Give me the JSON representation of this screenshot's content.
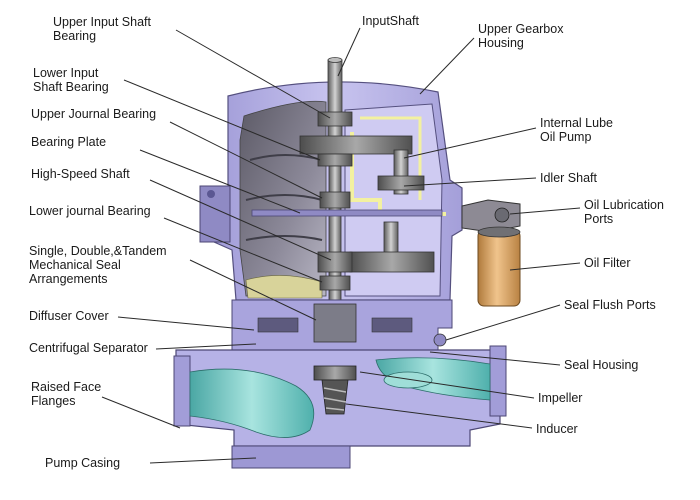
{
  "labels": {
    "upper_input_shaft_bearing": "Upper Input Shaft\nBearing",
    "lower_input_shaft_bearing": "Lower Input\nShaft Bearing",
    "upper_journal_bearing": "Upper Journal Bearing",
    "bearing_plate": "Bearing Plate",
    "high_speed_shaft": "High-Speed Shaft",
    "lower_journal_bearing": "Lower journal Bearing",
    "mechanical_seal": "Single, Double,&Tandem\nMechanical Seal\nArrangements",
    "diffuser_cover": "Diffuser Cover",
    "centrifugal_separator": "Centrifugal Separator",
    "raised_face_flanges": "Raised Face\nFlanges",
    "pump_casing": "Pump Casing",
    "input_shaft": "InputShaft",
    "upper_gearbox_housing": "Upper Gearbox\nHousing",
    "internal_lube_oil_pump": "Internal Lube\nOil Pump",
    "idler_shaft": "Idler Shaft",
    "oil_lubrication_ports": "Oil Lubrication\nPorts",
    "oil_filter": "Oil Filter",
    "seal_flush_ports": "Seal Flush Ports",
    "seal_housing": "Seal Housing",
    "impeller": "Impeller",
    "inducer": "Inducer"
  },
  "colors": {
    "housing": "#b9b5e6",
    "housing_dark": "#8f8ac4",
    "housing_shadow": "#6c6799",
    "fluid": "#5fb9b5",
    "fluid_light": "#9fded8",
    "shaft": "#9a9a9a",
    "gear": "#6e6e6e",
    "filter": "#d4a063",
    "lube_line": "#f3f1a0"
  }
}
